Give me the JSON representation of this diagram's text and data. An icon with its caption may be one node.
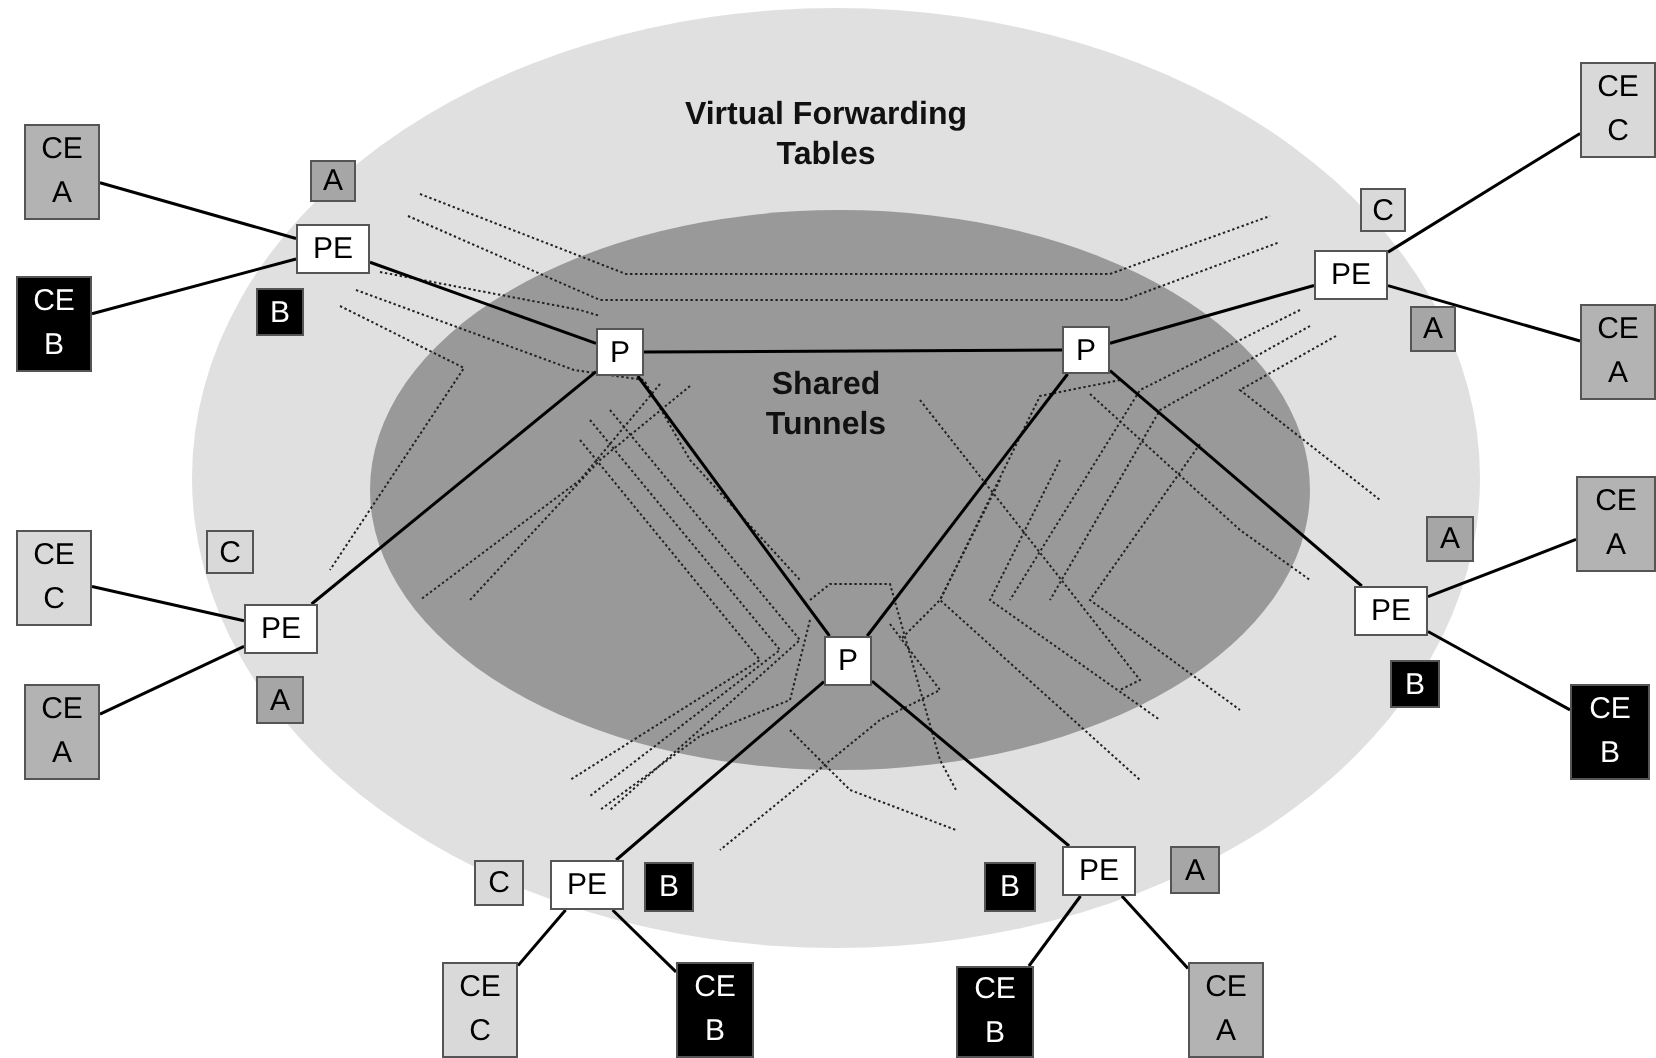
{
  "diagram": {
    "nodes": [
      {
        "text": [
          "Virtual Forwarding Tables"
        ]
      },
      {
        "text": [
          "Shared Tunnels"
        ],
        "in": 0
      },
      {
        "text": [
          "CE A"
        ]
      },
      {
        "text": [
          "A"
        ],
        "in": 0
      },
      {
        "text": [
          "CE C"
        ]
      },
      {
        "text": [
          "C"
        ],
        "in": 0
      },
      {
        "text": [
          "PE"
        ],
        "in": 0
      },
      {
        "text": [
          "CE B"
        ]
      },
      {
        "text": [
          "B"
        ],
        "in": 0
      },
      {
        "text": [
          "P"
        ],
        "in": 1
      },
      {
        "text": [
          "P"
        ],
        "in": 1
      },
      {
        "text": [
          "PE"
        ],
        "in": 0
      },
      {
        "text": [
          "A"
        ],
        "in": 0
      },
      {
        "text": [
          "CE A"
        ]
      },
      {
        "text": [
          "C"
        ],
        "in": 0
      },
      {
        "text": [
          "CE C"
        ]
      },
      {
        "text": [
          "A"
        ],
        "in": 0
      },
      {
        "text": [
          "CE A"
        ]
      },
      {
        "text": [
          "PE"
        ],
        "in": 0
      },
      {
        "text": [
          "P"
        ],
        "in": 1
      },
      {
        "text": [
          "PE"
        ],
        "in": 0
      },
      {
        "text": [
          "A"
        ],
        "in": 0
      },
      {
        "text": [
          "B"
        ],
        "in": 0
      },
      {
        "text": [
          "CE A"
        ]
      },
      {
        "text": [
          "CE B"
        ]
      },
      {
        "text": [
          "C"
        ],
        "in": 0
      },
      {
        "text": [
          "PE"
        ],
        "in": 0
      },
      {
        "text": [
          "B"
        ],
        "in": 0
      },
      {
        "text": [
          "B"
        ],
        "in": 0
      },
      {
        "text": [
          "PE"
        ],
        "in": 0
      },
      {
        "text": [
          "A"
        ],
        "in": 0
      },
      {
        "text": [
          "CE C"
        ]
      },
      {
        "text": [
          "CE B"
        ]
      },
      {
        "text": [
          "CE B"
        ]
      },
      {
        "text": [
          "CE A"
        ]
      }
    ],
    "edges": [
      {
        "from": 6,
        "to": 2,
        "arrow": "none"
      },
      {
        "from": 6,
        "to": 7,
        "arrow": "none"
      },
      {
        "from": 6,
        "to": 9,
        "arrow": "none"
      },
      {
        "from": 11,
        "to": 4,
        "arrow": "none"
      },
      {
        "from": 11,
        "to": 13,
        "arrow": "none"
      },
      {
        "from": 11,
        "to": 10,
        "arrow": "none"
      },
      {
        "from": 9,
        "to": 10,
        "arrow": "none"
      },
      {
        "from": 9,
        "to": 18,
        "arrow": "none"
      },
      {
        "from": 9,
        "to": 19,
        "arrow": "none"
      },
      {
        "from": 10,
        "to": 19,
        "arrow": "none"
      },
      {
        "from": 10,
        "to": 20,
        "arrow": "none"
      },
      {
        "from": 18,
        "to": 15,
        "arrow": "none"
      },
      {
        "from": 18,
        "to": 23,
        "arrow": "none"
      },
      {
        "from": 20,
        "to": 17,
        "arrow": "none"
      },
      {
        "from": 20,
        "to": 24,
        "arrow": "none"
      },
      {
        "from": 19,
        "to": 26,
        "arrow": "none"
      },
      {
        "from": 19,
        "to": 29,
        "arrow": "none"
      },
      {
        "from": 26,
        "to": 31,
        "arrow": "none"
      },
      {
        "from": 26,
        "to": 32,
        "arrow": "none"
      },
      {
        "from": 29,
        "to": 33,
        "arrow": "none"
      },
      {
        "from": 29,
        "to": 34,
        "arrow": "none"
      }
    ]
  }
}
